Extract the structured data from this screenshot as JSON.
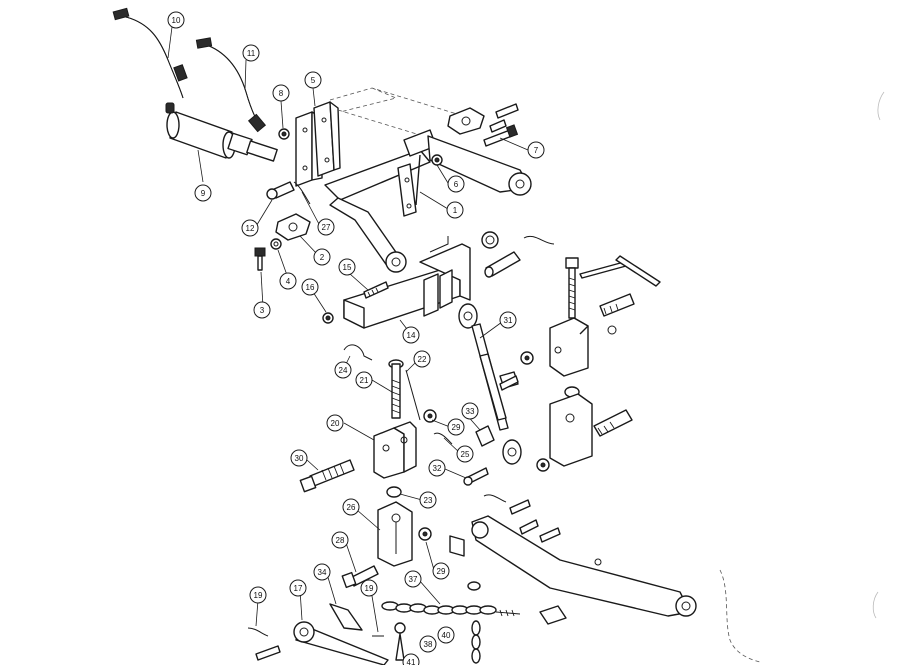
{
  "diagram": {
    "colors": {
      "line": "#1a1a1a",
      "background": "#ffffff"
    },
    "callouts": [
      {
        "id": "c10",
        "label": "10"
      },
      {
        "id": "c11",
        "label": "11"
      },
      {
        "id": "c5",
        "label": "5"
      },
      {
        "id": "c8",
        "label": "8"
      },
      {
        "id": "c7",
        "label": "7"
      },
      {
        "id": "c6",
        "label": "6"
      },
      {
        "id": "c1",
        "label": "1"
      },
      {
        "id": "c9",
        "label": "9"
      },
      {
        "id": "c12",
        "label": "12"
      },
      {
        "id": "c27",
        "label": "27"
      },
      {
        "id": "c2",
        "label": "2"
      },
      {
        "id": "c4",
        "label": "4"
      },
      {
        "id": "c3",
        "label": "3"
      },
      {
        "id": "c15",
        "label": "15"
      },
      {
        "id": "c16",
        "label": "16"
      },
      {
        "id": "c14",
        "label": "14"
      },
      {
        "id": "c31",
        "label": "31"
      },
      {
        "id": "c24",
        "label": "24"
      },
      {
        "id": "c22",
        "label": "22"
      },
      {
        "id": "c21",
        "label": "21"
      },
      {
        "id": "c33",
        "label": "33"
      },
      {
        "id": "c20",
        "label": "20"
      },
      {
        "id": "c29a",
        "label": "29"
      },
      {
        "id": "c25",
        "label": "25"
      },
      {
        "id": "c30",
        "label": "30"
      },
      {
        "id": "c32",
        "label": "32"
      },
      {
        "id": "c23",
        "label": "23"
      },
      {
        "id": "c26",
        "label": "26"
      },
      {
        "id": "c29b",
        "label": "29"
      },
      {
        "id": "c28",
        "label": "28"
      },
      {
        "id": "c34",
        "label": "34"
      },
      {
        "id": "c37",
        "label": "37"
      },
      {
        "id": "c19a",
        "label": "19"
      },
      {
        "id": "c19b",
        "label": "19"
      },
      {
        "id": "c17",
        "label": "17"
      },
      {
        "id": "c38",
        "label": "38"
      },
      {
        "id": "c40",
        "label": "40"
      },
      {
        "id": "c41",
        "label": "41"
      }
    ]
  }
}
